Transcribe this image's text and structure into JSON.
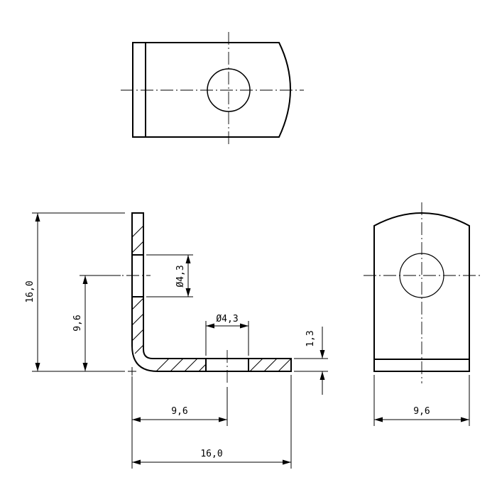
{
  "drawing": {
    "dimensions": {
      "total_height": "16,0",
      "hole_height": "9,6",
      "vertical_hole_diameter": "Ø4,3",
      "horizontal_hole_diameter": "Ø4,3",
      "thickness": "1,3",
      "hole_offset_bottom": "9,6",
      "total_length": "16,0",
      "side_width": "9,6"
    }
  }
}
